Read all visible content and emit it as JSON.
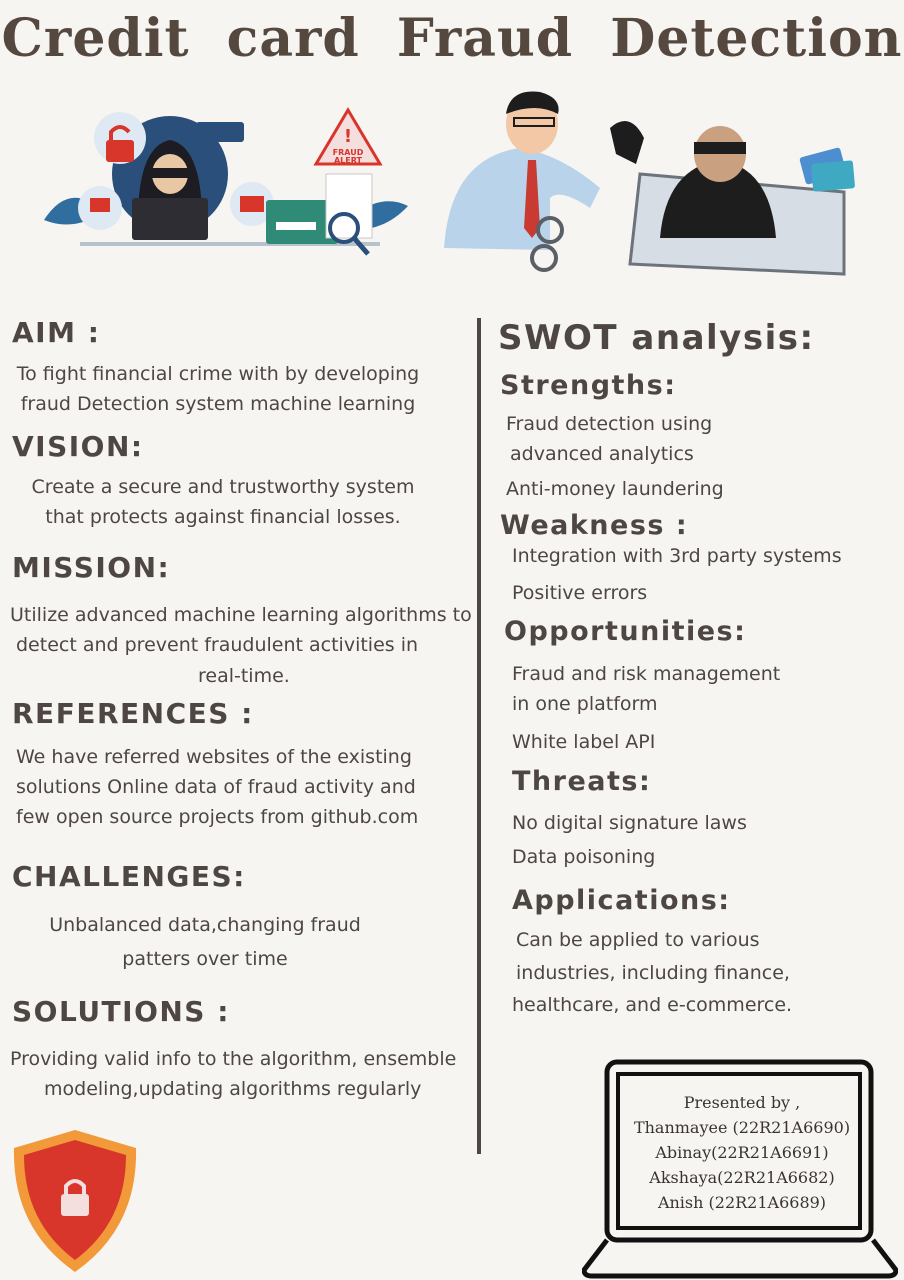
{
  "title": "Credit card Fraud Detection",
  "art": {
    "alert_line1": "FRAUD",
    "alert_line2": "ALERT"
  },
  "left": {
    "aim": {
      "heading": "AIM :",
      "lines": [
        "To fight financial crime with by developing",
        "fraud Detection system machine learning"
      ]
    },
    "vision": {
      "heading": "VISION:",
      "lines": [
        "Create a secure and trustworthy system",
        "that protects against financial losses."
      ]
    },
    "mission": {
      "heading": "MISSION:",
      "lines": [
        "Utilize advanced machine learning algorithms to",
        "detect and prevent fraudulent activities in",
        "real-time."
      ]
    },
    "references": {
      "heading": "REFERENCES :",
      "lines": [
        "We have referred websites of the existing",
        "solutions Online data of fraud activity and",
        "few open source projects from github.com"
      ]
    },
    "challenges": {
      "heading": "CHALLENGES:",
      "lines": [
        "Unbalanced data,changing fraud",
        "patters over time"
      ]
    },
    "solutions": {
      "heading": "SOLUTIONS :",
      "lines": [
        "Providing valid info to the algorithm, ensemble",
        "modeling,updating algorithms regularly"
      ]
    }
  },
  "right": {
    "swot_heading": "SWOT analysis:",
    "strengths": {
      "heading": "Strengths:",
      "lines": [
        "Fraud detection using",
        "advanced analytics",
        "Anti-money laundering"
      ]
    },
    "weakness": {
      "heading": "Weakness :",
      "lines": [
        "Integration with 3rd party systems",
        "Positive errors"
      ]
    },
    "opportunities": {
      "heading": "Opportunities:",
      "lines": [
        "Fraud and risk management",
        "in one platform",
        "White label API"
      ]
    },
    "threats": {
      "heading": "Threats:",
      "lines": [
        "No digital signature laws",
        "Data poisoning"
      ]
    },
    "applications": {
      "heading": "Applications:",
      "lines": [
        "Can be applied to various",
        "industries, including finance,",
        "healthcare, and e-commerce."
      ]
    }
  },
  "credits": {
    "intro": "Presented by ,",
    "names": [
      "Thanmayee (22R21A6690)",
      "Abinay(22R21A6691)",
      "Akshaya(22R21A6682)",
      "Anish (22R21A6689)"
    ]
  },
  "colors": {
    "background": "#f7f5f2",
    "text": "#4e4642",
    "shield": "#d8352b",
    "shield_rim": "#f29a3a"
  }
}
